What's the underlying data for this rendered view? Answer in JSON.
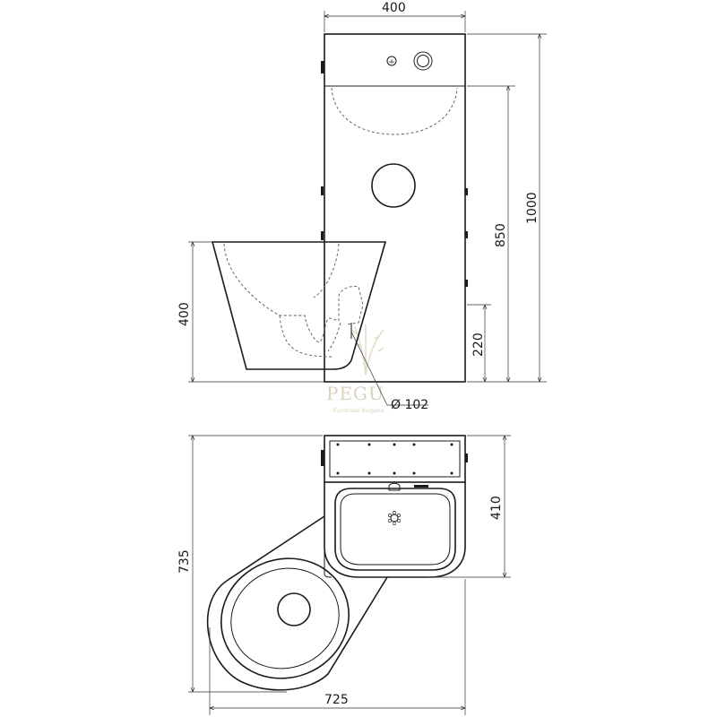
{
  "dimensions": {
    "top_width": "400",
    "total_height": "1000",
    "basin_height": "850",
    "bowl_height": "400",
    "outlet_height": "220",
    "outlet_diameter": "Ø 102",
    "plan_depth": "735",
    "plan_width": "725",
    "basin_depth": "410"
  },
  "watermark": {
    "brand": "PEGU",
    "tagline": "Eurotrade Bulgaria"
  },
  "colors": {
    "line": "#1a1a1a",
    "watermark": "#d9d2bd"
  }
}
